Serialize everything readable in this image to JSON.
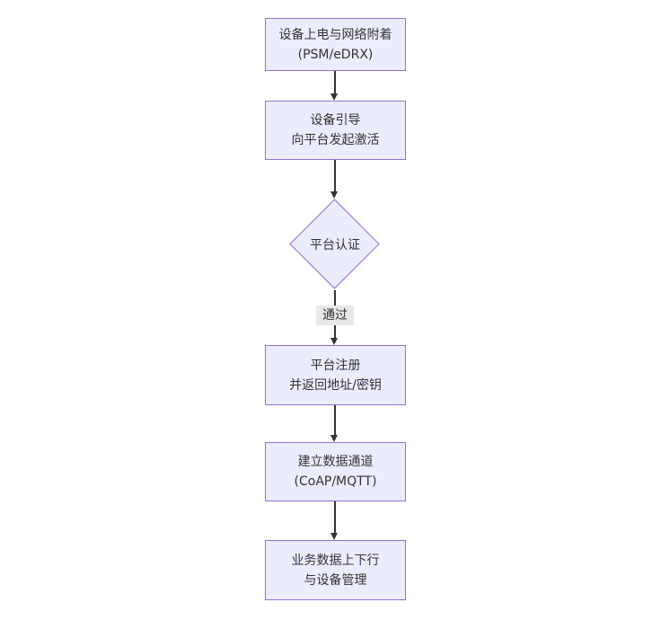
{
  "diagram": {
    "type": "flowchart",
    "direction": "top-down",
    "background": "#ffffff",
    "colors": {
      "node_fill": "#ECECFF",
      "node_border": "#9370DB",
      "edge_line": "#333333",
      "text": "#333333",
      "edge_label_background": "#e8e8e8"
    },
    "nodes": [
      {
        "id": "power-attach",
        "shape": "rect",
        "lines": [
          "设备上电与网络附着",
          "(PSM/eDRX)"
        ]
      },
      {
        "id": "bootstrap",
        "shape": "rect",
        "lines": [
          "设备引导",
          "向平台发起激活"
        ]
      },
      {
        "id": "platform-auth",
        "shape": "diamond",
        "lines": [
          "平台认证"
        ]
      },
      {
        "id": "platform-register",
        "shape": "rect",
        "lines": [
          "平台注册",
          "并返回地址/密钥"
        ]
      },
      {
        "id": "data-channel",
        "shape": "rect",
        "lines": [
          "建立数据通道",
          "(CoAP/MQTT)"
        ]
      },
      {
        "id": "business-data",
        "shape": "rect",
        "lines": [
          "业务数据上下行",
          "与设备管理"
        ]
      }
    ],
    "edges": [
      {
        "from": "power-attach",
        "to": "bootstrap",
        "label": ""
      },
      {
        "from": "bootstrap",
        "to": "platform-auth",
        "label": ""
      },
      {
        "from": "platform-auth",
        "to": "platform-register",
        "label": "通过"
      },
      {
        "from": "platform-register",
        "to": "data-channel",
        "label": ""
      },
      {
        "from": "data-channel",
        "to": "business-data",
        "label": ""
      }
    ]
  }
}
